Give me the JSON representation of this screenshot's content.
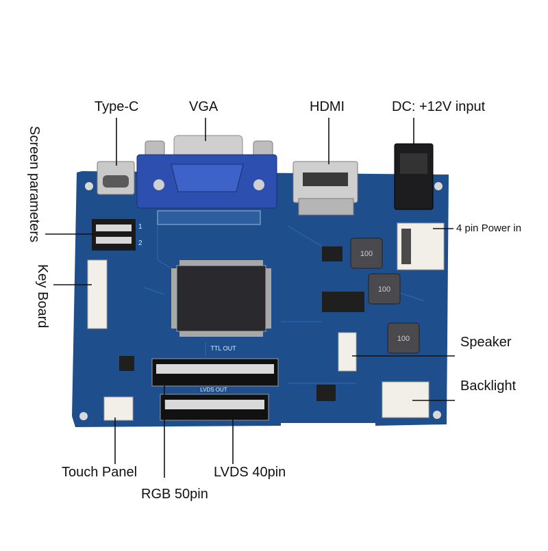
{
  "labels": {
    "type_c": "Type-C",
    "vga": "VGA",
    "hdmi": "HDMI",
    "dc_input": "DC: +12V input",
    "screen_parameters": "Screen parameters",
    "key_board": "Key Board",
    "power_in": "4 pin Power in",
    "speaker": "Speaker",
    "backlight": "Backlight",
    "touch_panel": "Touch Panel",
    "rgb": "RGB 50pin",
    "lvds": "LVDS 40pin"
  },
  "board": {
    "ttl_out": "TTL OUT",
    "lvds_out": "LVDS  OUT",
    "switch_1": "1",
    "switch_2": "2",
    "inductor_1": "100",
    "inductor_2": "100",
    "inductor_3": "100"
  },
  "colors": {
    "pcb": "#1e4f8c",
    "pcb_dark": "#163d6e",
    "vga_blue": "#2c4fb0",
    "metal": "#c9c9c9",
    "connector_white": "#f2efe8",
    "chip": "#2a2a2e",
    "leader": "#111111"
  }
}
